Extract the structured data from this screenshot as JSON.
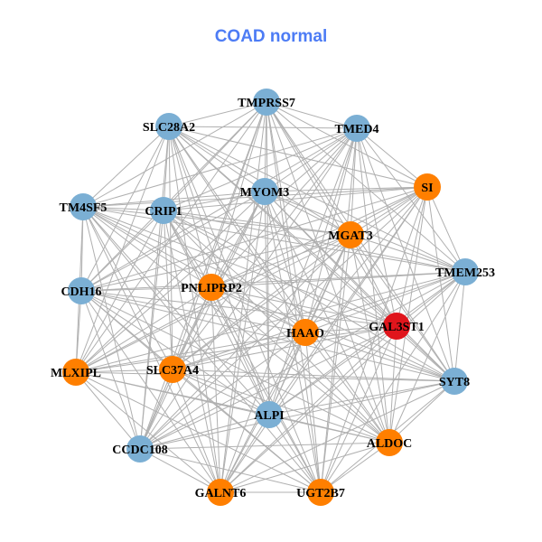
{
  "title": "COAD normal",
  "colors": {
    "blue": "#7bafd4",
    "orange": "#ff7f00",
    "red": "#e0151c",
    "edge": "#b0b0b0"
  },
  "nodes": [
    {
      "id": "TMPRSS7",
      "group": "blue"
    },
    {
      "id": "SLC28A2",
      "group": "blue"
    },
    {
      "id": "TMED4",
      "group": "blue"
    },
    {
      "id": "SI",
      "group": "orange"
    },
    {
      "id": "MYOM3",
      "group": "blue"
    },
    {
      "id": "TM4SF5",
      "group": "blue"
    },
    {
      "id": "CRIP1",
      "group": "blue"
    },
    {
      "id": "MGAT3",
      "group": "orange"
    },
    {
      "id": "TMEM253",
      "group": "blue"
    },
    {
      "id": "CDH16",
      "group": "blue"
    },
    {
      "id": "PNLIPRP2",
      "group": "orange"
    },
    {
      "id": "HAAO",
      "group": "orange"
    },
    {
      "id": "GAL3ST1",
      "group": "red"
    },
    {
      "id": "MLXIPL",
      "group": "orange"
    },
    {
      "id": "SLC37A4",
      "group": "orange"
    },
    {
      "id": "SYT8",
      "group": "blue"
    },
    {
      "id": "ALPI",
      "group": "blue"
    },
    {
      "id": "ALDOC",
      "group": "orange"
    },
    {
      "id": "CCDC108",
      "group": "blue"
    },
    {
      "id": "GALNT6",
      "group": "orange"
    },
    {
      "id": "UGT2B7",
      "group": "orange"
    }
  ]
}
